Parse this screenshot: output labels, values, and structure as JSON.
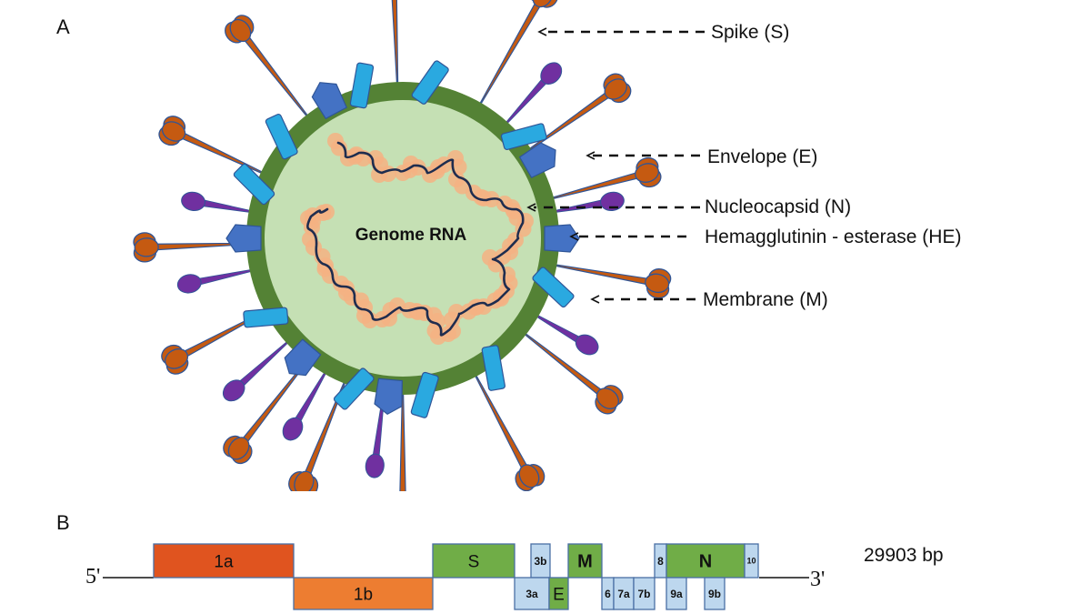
{
  "panels": {
    "a_label": "A",
    "b_label": "B"
  },
  "virion": {
    "center_label": "Genome RNA",
    "colors": {
      "envelope_ring": "#548235",
      "interior": "#c5e0b4",
      "spike": "#c55a11",
      "spike_outline": "#2f5597",
      "envelope_protein": "#7030a0",
      "membrane_protein": "#2aa9e0",
      "hemagglutinin_esterase": "#4472c4",
      "nucleocapsid_bead": "#f4b183",
      "rna_strand": "#1f2d4f"
    },
    "callouts": [
      {
        "id": "spike",
        "label": "Spike (S)"
      },
      {
        "id": "envelope",
        "label": "Envelope (E)"
      },
      {
        "id": "nucleocapsid",
        "label": "Nucleocapsid (N)"
      },
      {
        "id": "hemagglutinin-esterase",
        "label": "Hemagglutinin - esterase (HE)"
      },
      {
        "id": "membrane",
        "label": "Membrane (M)"
      }
    ]
  },
  "genome": {
    "five_prime": "5'",
    "three_prime": "3'",
    "length_label": "29903 bp",
    "colors": {
      "orf1a": "#e0541f",
      "orf1b": "#ed7d31",
      "structural": "#70ad47",
      "accessory": "#bdd7ee",
      "outline": "#4a6fa5"
    },
    "genes": [
      {
        "name": "1a",
        "row": "top",
        "kind": "orf1a"
      },
      {
        "name": "1b",
        "row": "bottom",
        "kind": "orf1b"
      },
      {
        "name": "S",
        "row": "top",
        "kind": "structural"
      },
      {
        "name": "3b",
        "row": "top",
        "kind": "accessory"
      },
      {
        "name": "3a",
        "row": "bottom",
        "kind": "accessory"
      },
      {
        "name": "E",
        "row": "bottom",
        "kind": "structural"
      },
      {
        "name": "M",
        "row": "top",
        "kind": "structural"
      },
      {
        "name": "6",
        "row": "bottom",
        "kind": "accessory"
      },
      {
        "name": "7a",
        "row": "bottom",
        "kind": "accessory"
      },
      {
        "name": "7b",
        "row": "bottom",
        "kind": "accessory"
      },
      {
        "name": "8",
        "row": "top",
        "kind": "accessory"
      },
      {
        "name": "N",
        "row": "top",
        "kind": "structural"
      },
      {
        "name": "9a",
        "row": "bottom",
        "kind": "accessory"
      },
      {
        "name": "9b",
        "row": "bottom",
        "kind": "accessory"
      },
      {
        "name": "10",
        "row": "top",
        "kind": "accessory"
      }
    ]
  }
}
